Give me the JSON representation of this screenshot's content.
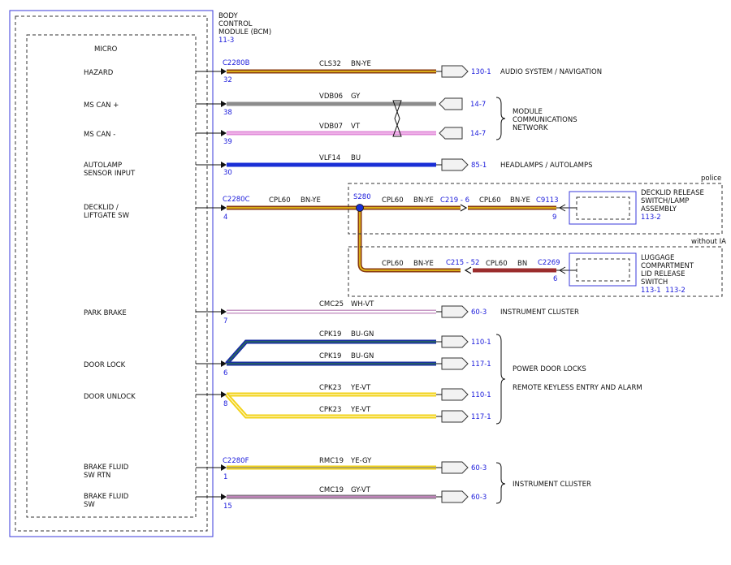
{
  "module": {
    "name_lines": [
      "BODY",
      "CONTROL",
      "MODULE (BCM)"
    ],
    "ref": "11-3",
    "micro": "MICRO"
  },
  "pins": [
    {
      "lines": [
        "HAZARD"
      ]
    },
    {
      "lines": [
        "MS CAN +"
      ]
    },
    {
      "lines": [
        "MS CAN -"
      ]
    },
    {
      "lines": [
        "AUTOLAMP",
        "SENSOR INPUT"
      ]
    },
    {
      "lines": [
        "DECKLID /",
        "LIFTGATE SW"
      ]
    },
    {
      "lines": [
        "PARK BRAKE"
      ]
    },
    {
      "lines": [
        "DOOR LOCK"
      ]
    },
    {
      "lines": [
        "DOOR UNLOCK"
      ]
    },
    {
      "lines": [
        "BRAKE FLUID",
        "SW RTN"
      ]
    },
    {
      "lines": [
        "BRAKE FLUID",
        "SW"
      ]
    }
  ],
  "connectors": [
    "C2280B",
    "C2280C",
    "C2280F"
  ],
  "wires": [
    {
      "circuit": "CLS32",
      "color": "BN-YE",
      "pin": "32",
      "ref": "130-1",
      "dest": "AUDIO SYSTEM / NAVIGATION"
    },
    {
      "circuit": "VDB06",
      "color": "GY",
      "pin": "38",
      "ref": "14-7"
    },
    {
      "circuit": "VDB07",
      "color": "VT",
      "pin": "39",
      "ref": "14-7"
    },
    {
      "circuit": "VLF14",
      "color": "BU",
      "pin": "30",
      "ref": "85-1",
      "dest": "HEADLAMPS / AUTOLAMPS"
    },
    {
      "circuit": "CPL60",
      "color": "BN-YE",
      "pin": "4"
    },
    {
      "circuit": "CMC25",
      "color": "WH-VT",
      "pin": "7",
      "ref": "60-3",
      "dest": "INSTRUMENT CLUSTER"
    },
    {
      "circuit": "CPK19",
      "color": "BU-GN",
      "pin": "6",
      "ref": "110-1"
    },
    {
      "circuit": "CPK19",
      "color": "BU-GN",
      "ref": "117-1"
    },
    {
      "circuit": "CPK23",
      "color": "YE-VT",
      "pin": "8",
      "ref": "110-1"
    },
    {
      "circuit": "CPK23",
      "color": "YE-VT",
      "ref": "117-1"
    },
    {
      "circuit": "RMC19",
      "color": "YE-GY",
      "pin": "1",
      "ref": "60-3"
    },
    {
      "circuit": "CMC19",
      "color": "GY-VT",
      "pin": "15",
      "ref": "60-3"
    }
  ],
  "network_group": [
    "MODULE",
    "COMMUNICATIONS",
    "NETWORK"
  ],
  "door_group": [
    "POWER DOOR LOCKS",
    "REMOTE KEYLESS ENTRY AND ALARM"
  ],
  "cluster_group": "INSTRUMENT CLUSTER",
  "splice": {
    "name": "S280"
  },
  "police": {
    "label": "police",
    "w1": {
      "circuit": "CPL60",
      "color": "BN-YE"
    },
    "conn": "C219 - 6",
    "w2": {
      "circuit": "CPL60",
      "color": "BN-YE"
    },
    "end_conn": "C9113",
    "end_pin": "9",
    "device": [
      "DECKLID RELEASE",
      "SWITCH/LAMP",
      "ASSEMBLY"
    ],
    "device_ref": "113-2"
  },
  "without_ia": {
    "label": "without IA",
    "w1": {
      "circuit": "CPL60",
      "color": "BN-YE"
    },
    "conn": "C215 - 52",
    "w2": {
      "circuit": "CPL60",
      "color": "BN"
    },
    "end_conn": "C2269",
    "end_pin": "6",
    "device": [
      "LUGGAGE",
      "COMPARTMENT",
      "LID RELEASE",
      "SWITCH"
    ],
    "device_ref": "113-1  113-2"
  },
  "colors": {
    "BN": "#8a3b12",
    "YE": "#f2d219",
    "GY": "#8c8c8c",
    "VT": "#e08ad8",
    "BU": "#1a2fd6",
    "WH": "#ffffff",
    "GN": "#2f8a2f",
    "blue_text": "#1a1adb"
  }
}
